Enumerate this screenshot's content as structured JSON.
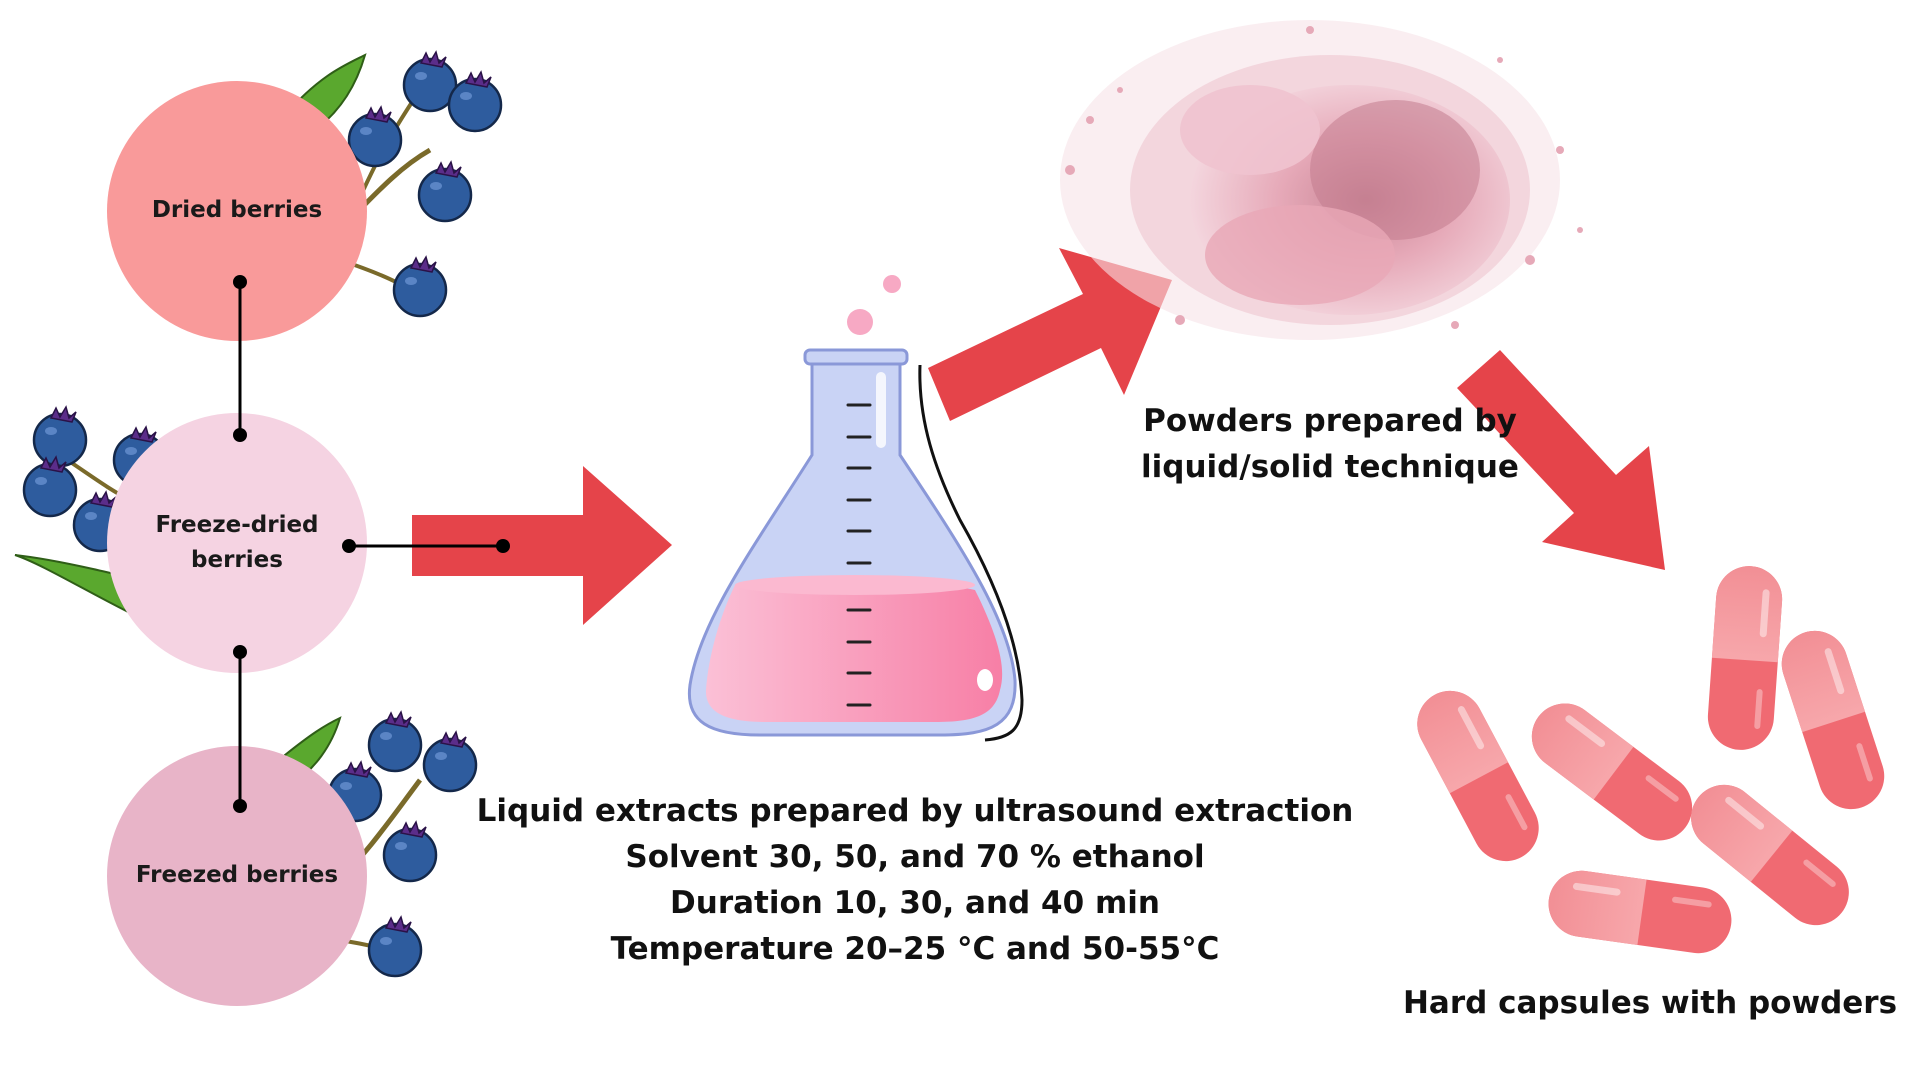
{
  "sources": [
    {
      "label": "Dried berries",
      "color": "#f99a9a"
    },
    {
      "label": "Freeze-dried\nberries",
      "color": "#f5d3e2"
    },
    {
      "label": "Freezed berries",
      "color": "#e8b4c8"
    }
  ],
  "extraction": {
    "lines": [
      "Liquid extracts prepared by ultrasound extraction",
      "Solvent 30, 50, and 70 % ethanol",
      "Duration 10,  30, and 40 min",
      "Temperature 20–25 °C and 50-55°C"
    ]
  },
  "powder": {
    "lines": [
      "Powders prepared by",
      "liquid/solid technique"
    ]
  },
  "capsules": {
    "label": "Hard capsules with powders"
  },
  "colors": {
    "arrow": "#e5444a",
    "flask_glass": "#c9d3f5",
    "flask_liquid": "#f77fa6",
    "powder": "#ecb6c3",
    "capsule": "#f06a72",
    "berry": "#2e5c9e",
    "leaf": "#5aa82e"
  },
  "icons": [
    "blueberry-branch-icon",
    "flask-icon",
    "pink-powder-icon",
    "capsule-icon",
    "arrow-icon"
  ]
}
